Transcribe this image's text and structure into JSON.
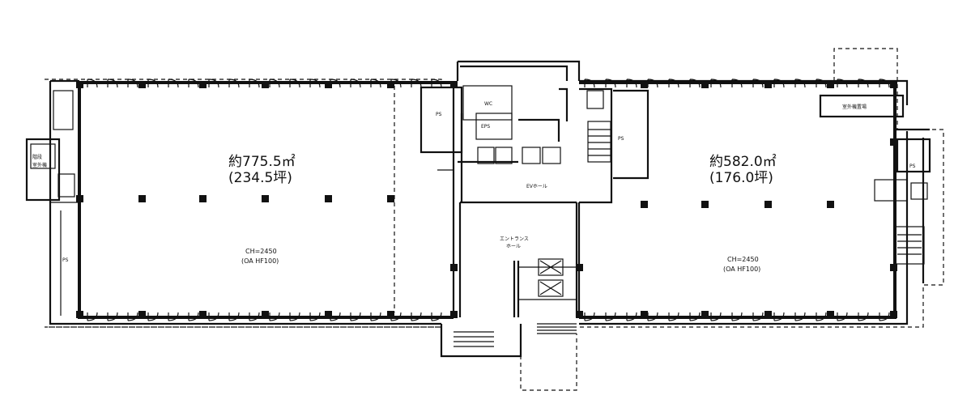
{
  "floor_plan": {
    "left_area": {
      "area": "約775.5㎡",
      "tsubo": "(234.5坪)",
      "ceiling": "CH=2450",
      "note": "(OA HF100)"
    },
    "right_area": {
      "area": "約582.0㎡",
      "tsubo": "(176.0坪)",
      "ceiling": "CH=2450",
      "note": "(OA HF100)"
    },
    "labels": {
      "left_ps": "PS",
      "ps_1": "PS",
      "ps_2": "PS",
      "ev_hall": "EVホール",
      "entrance": "エントランス",
      "entrance_2": "ホール",
      "wc": "WC",
      "eps": "EPS",
      "left_stair": "階段",
      "left_stair2": "室外機",
      "right_box": "PS",
      "right_top": "室外機置場"
    }
  }
}
